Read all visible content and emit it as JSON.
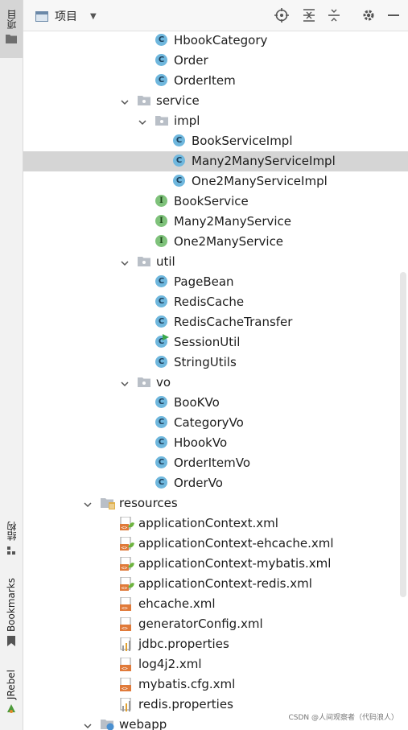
{
  "sidebar": {
    "project_tab": "项目",
    "structure_tab": "结构",
    "bookmarks_tab": "Bookmarks",
    "jrebel_tab": "JRebel"
  },
  "toolbar": {
    "title": "项目",
    "icons": [
      "target-icon",
      "expand-all-icon",
      "collapse-all-icon",
      "gear-icon",
      "minimize-icon"
    ]
  },
  "tree": [
    {
      "label": "HbookCategory",
      "type": "class"
    },
    {
      "label": "Order",
      "type": "class"
    },
    {
      "label": "OrderItem",
      "type": "class"
    },
    {
      "label": "service",
      "type": "package",
      "expanded": true
    },
    {
      "label": "impl",
      "type": "package",
      "expanded": true
    },
    {
      "label": "BookServiceImpl",
      "type": "class"
    },
    {
      "label": "Many2ManyServiceImpl",
      "type": "class",
      "selected": true
    },
    {
      "label": "One2ManyServiceImpl",
      "type": "class"
    },
    {
      "label": "BookService",
      "type": "interface"
    },
    {
      "label": "Many2ManyService",
      "type": "interface"
    },
    {
      "label": "One2ManyService",
      "type": "interface"
    },
    {
      "label": "util",
      "type": "package",
      "expanded": true
    },
    {
      "label": "PageBean",
      "type": "class"
    },
    {
      "label": "RedisCache",
      "type": "class"
    },
    {
      "label": "RedisCacheTransfer",
      "type": "class"
    },
    {
      "label": "SessionUtil",
      "type": "class-run"
    },
    {
      "label": "StringUtils",
      "type": "class"
    },
    {
      "label": "vo",
      "type": "package",
      "expanded": true
    },
    {
      "label": "BooKVo",
      "type": "class"
    },
    {
      "label": "CategoryVo",
      "type": "class"
    },
    {
      "label": "HbookVo",
      "type": "class"
    },
    {
      "label": "OrderItemVo",
      "type": "class"
    },
    {
      "label": "OrderVo",
      "type": "class"
    },
    {
      "label": "resources",
      "type": "resources",
      "expanded": true
    },
    {
      "label": "applicationContext.xml",
      "type": "spring-xml"
    },
    {
      "label": "applicationContext-ehcache.xml",
      "type": "spring-xml"
    },
    {
      "label": "applicationContext-mybatis.xml",
      "type": "spring-xml"
    },
    {
      "label": "applicationContext-redis.xml",
      "type": "spring-xml"
    },
    {
      "label": "ehcache.xml",
      "type": "xml"
    },
    {
      "label": "generatorConfig.xml",
      "type": "xml"
    },
    {
      "label": "jdbc.properties",
      "type": "properties"
    },
    {
      "label": "log4j2.xml",
      "type": "xml"
    },
    {
      "label": "mybatis.cfg.xml",
      "type": "xml"
    },
    {
      "label": "redis.properties",
      "type": "properties"
    },
    {
      "label": "webapp",
      "type": "webfolder",
      "expanded": true
    }
  ],
  "watermark": "CSDN @人间观察者（代码浪人）",
  "colors": {
    "class_icon": "#6fb7dd",
    "interface_icon": "#7fc27b",
    "selection": "#d5d5d5",
    "xml_icon": "#e07a3a"
  }
}
